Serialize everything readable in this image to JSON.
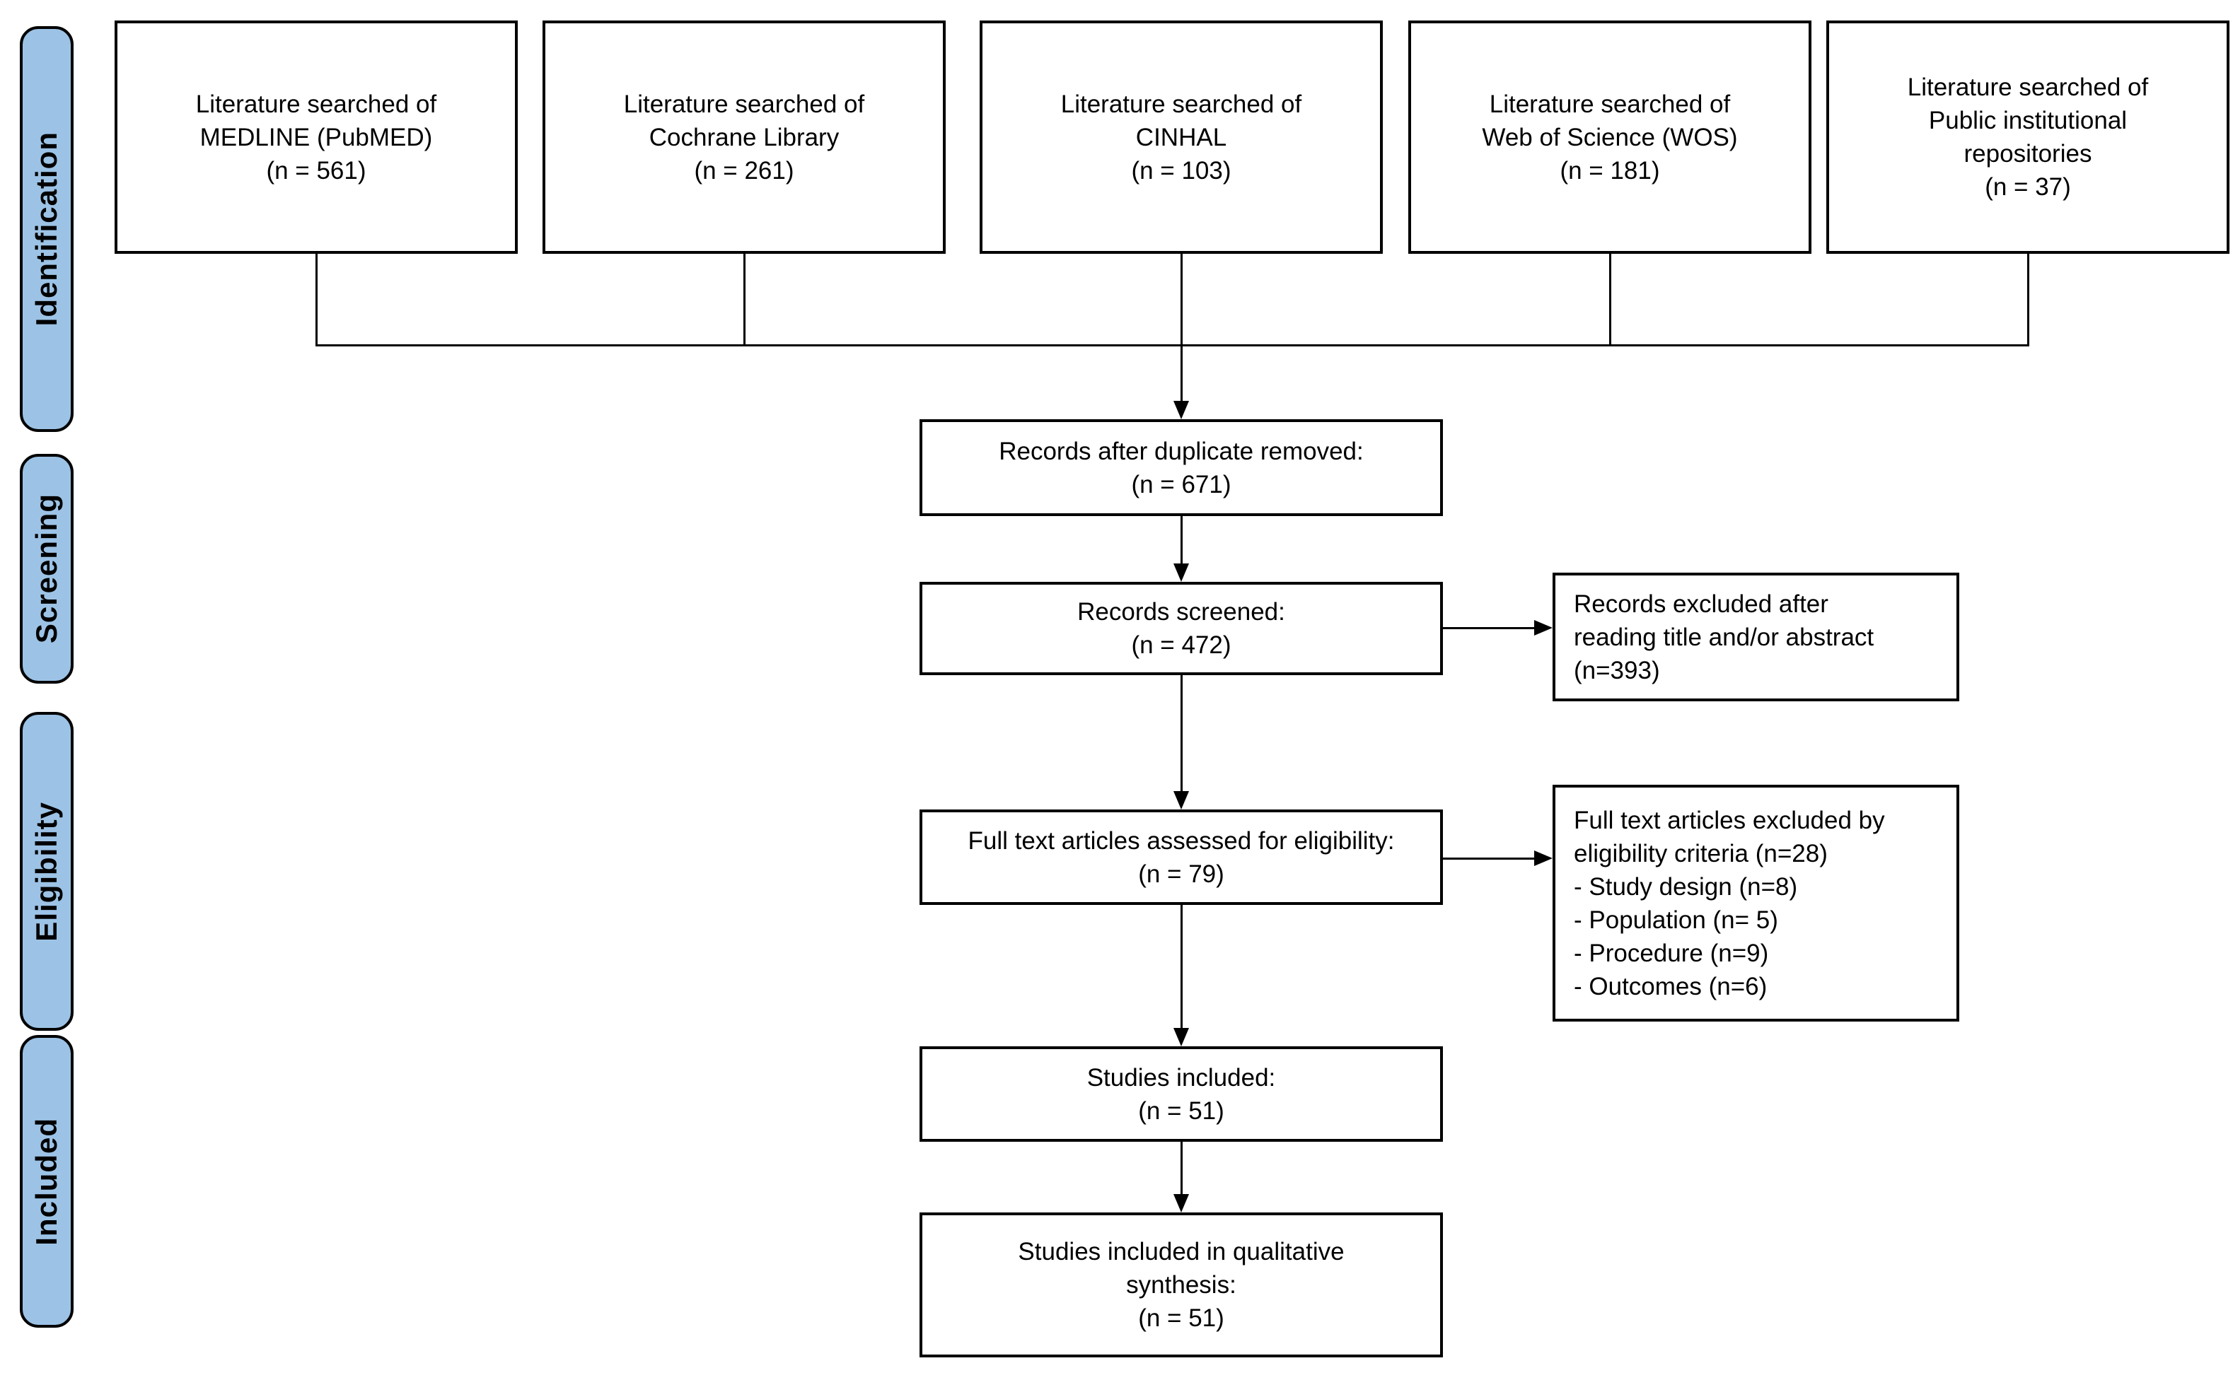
{
  "colors": {
    "background": "#ffffff",
    "stage_fill": "#9cc3e6",
    "box_border": "#000000",
    "connector": "#000000"
  },
  "sidebar": {
    "stages": [
      {
        "label": "Identification"
      },
      {
        "label": "Screening"
      },
      {
        "label": "Eligibility"
      },
      {
        "label": "Included"
      }
    ]
  },
  "sources": {
    "boxes": [
      {
        "label": "Literature searched of\nMEDLINE (PubMED)\n(n = 561)",
        "n": 561
      },
      {
        "label": "Literature searched of\nCochrane Library\n(n = 261)",
        "n": 261
      },
      {
        "label": "Literature searched of\nCINHAL\n(n = 103)",
        "n": 103
      },
      {
        "label": "Literature searched of\nWeb of Science (WOS)\n(n = 181)",
        "n": 181
      },
      {
        "label": "Literature searched of\nPublic institutional\nrepositories\n(n = 37)",
        "n": 37
      }
    ]
  },
  "flow": {
    "boxes": [
      {
        "label": "Records after duplicate removed:\n(n = 671)",
        "n": 671
      },
      {
        "label": "Records screened:\n(n = 472)",
        "n": 472
      },
      {
        "label": "Full text articles assessed for eligibility:\n(n = 79)",
        "n": 79
      },
      {
        "label": "Studies included:\n(n = 51)",
        "n": 51
      },
      {
        "label": "Studies included in qualitative\nsynthesis:\n(n = 51)",
        "n": 51
      }
    ]
  },
  "exclusions": {
    "boxes": [
      {
        "label": "Records excluded after\nreading title and/or abstract\n(n=393)",
        "n": 393
      },
      {
        "label": "Full text articles excluded by\neligibility criteria (n=28)\n- Study design (n=8)\n- Population (n= 5)\n- Procedure (n=9)\n- Outcomes (n=6)",
        "n": 28
      }
    ]
  }
}
